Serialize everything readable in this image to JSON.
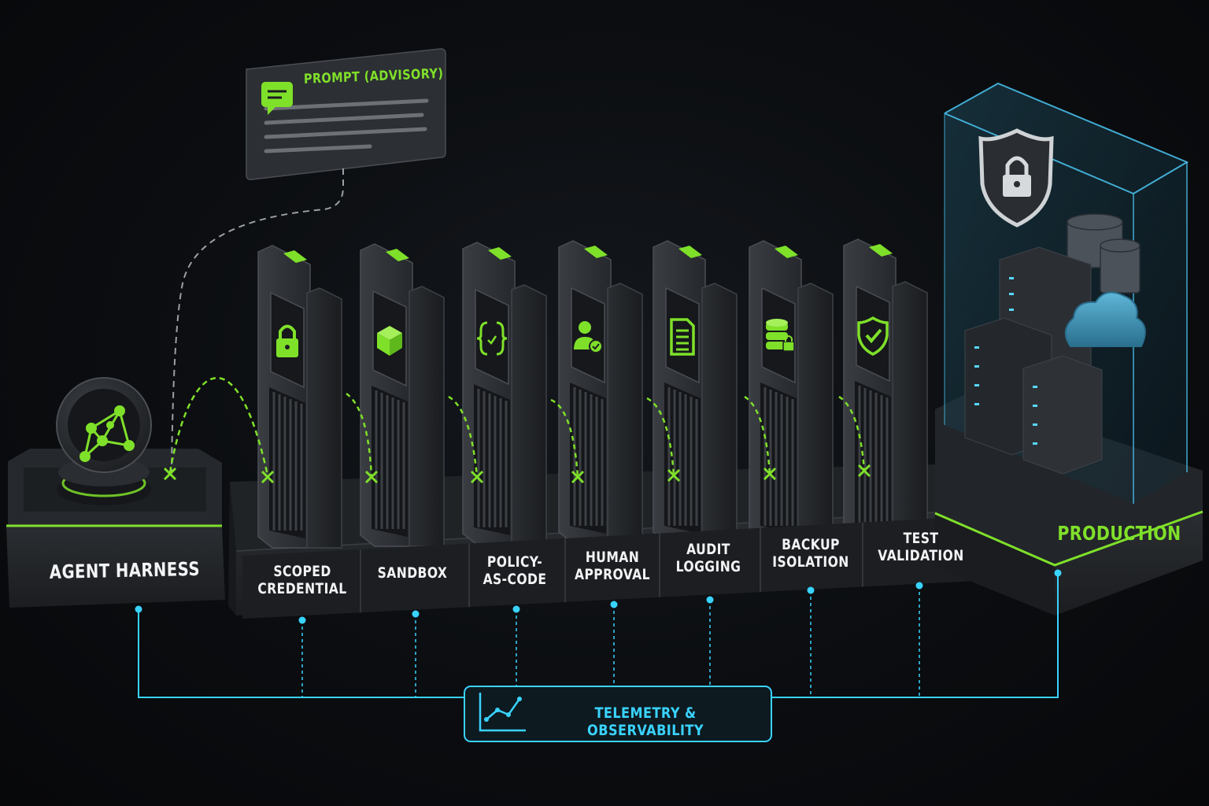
{
  "prompt": {
    "label": "PROMPT (ADVISORY)",
    "icon": "chat-bubble-icon"
  },
  "agent": {
    "label": "AGENT HARNESS",
    "icon": "network-graph-icon"
  },
  "gates": [
    {
      "label": "SCOPED\nCREDENTIAL",
      "icon": "padlock-icon"
    },
    {
      "label": "SANDBOX",
      "icon": "cube-icon"
    },
    {
      "label": "POLICY-\nAS-CODE",
      "icon": "curly-braces-icon"
    },
    {
      "label": "HUMAN\nAPPROVAL",
      "icon": "user-check-icon"
    },
    {
      "label": "AUDIT\nLOGGING",
      "icon": "document-icon"
    },
    {
      "label": "BACKUP\nISOLATION",
      "icon": "database-lock-icon"
    },
    {
      "label": "TEST\nVALIDATION",
      "icon": "shield-check-icon"
    }
  ],
  "production": {
    "label": "PRODUCTION",
    "icons": [
      "shield-lock-icon",
      "server-rack-icon",
      "database-icon",
      "cloud-icon"
    ]
  },
  "telemetry": {
    "label": "TELEMETRY & OBSERVABILITY",
    "icon": "line-chart-icon"
  },
  "colors": {
    "accent_green": "#7fe02a",
    "accent_cyan": "#39d3ff",
    "background": "#0b0d10"
  }
}
